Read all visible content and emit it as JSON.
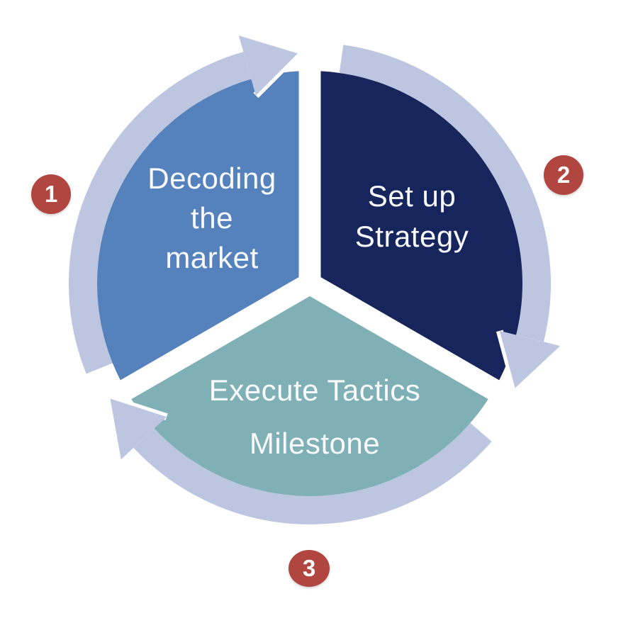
{
  "diagram": {
    "type": "cycle-diagram",
    "segments": [
      {
        "step": "1",
        "lines": [
          "Decoding",
          "the",
          "market"
        ],
        "color": "#5581bd"
      },
      {
        "step": "2",
        "lines": [
          "Set up",
          "Strategy"
        ],
        "color": "#16265c"
      },
      {
        "step": "3",
        "lines": [
          "Execute Tactics",
          "Milestone"
        ],
        "color": "#7fb0b6"
      }
    ],
    "ring_color": "#bdc6e0",
    "badge_color": "#b1453f",
    "text_color": "#f8fafd",
    "background_color": "#ffffff"
  }
}
